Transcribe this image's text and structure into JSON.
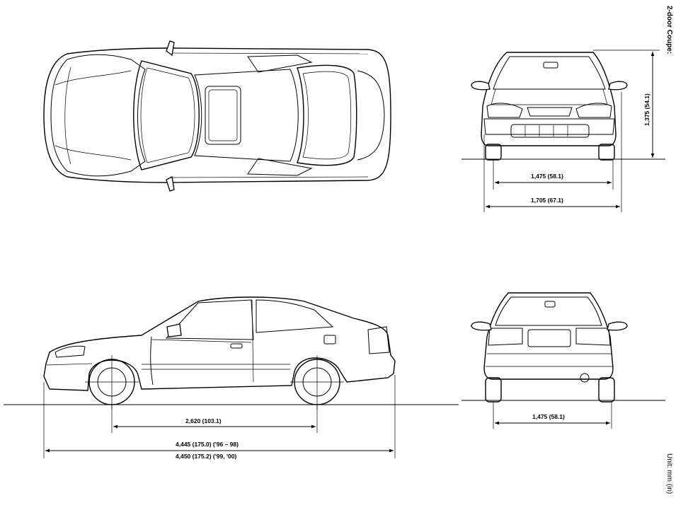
{
  "title": "2-door Coupe:",
  "unit": "Unit: mm (in)",
  "dimensions": {
    "front_height": "1,375 (54.1)",
    "front_track": "1,475 (58.1)",
    "overall_width": "1,705 (67.1)",
    "wheelbase": "2,620 (103.1)",
    "length_96_98": "4,445 (175.0) ('96 – 98)",
    "length_99_00": "4,450 (175.2) ('99, '00)",
    "rear_track": "1,475 (58.1)"
  }
}
